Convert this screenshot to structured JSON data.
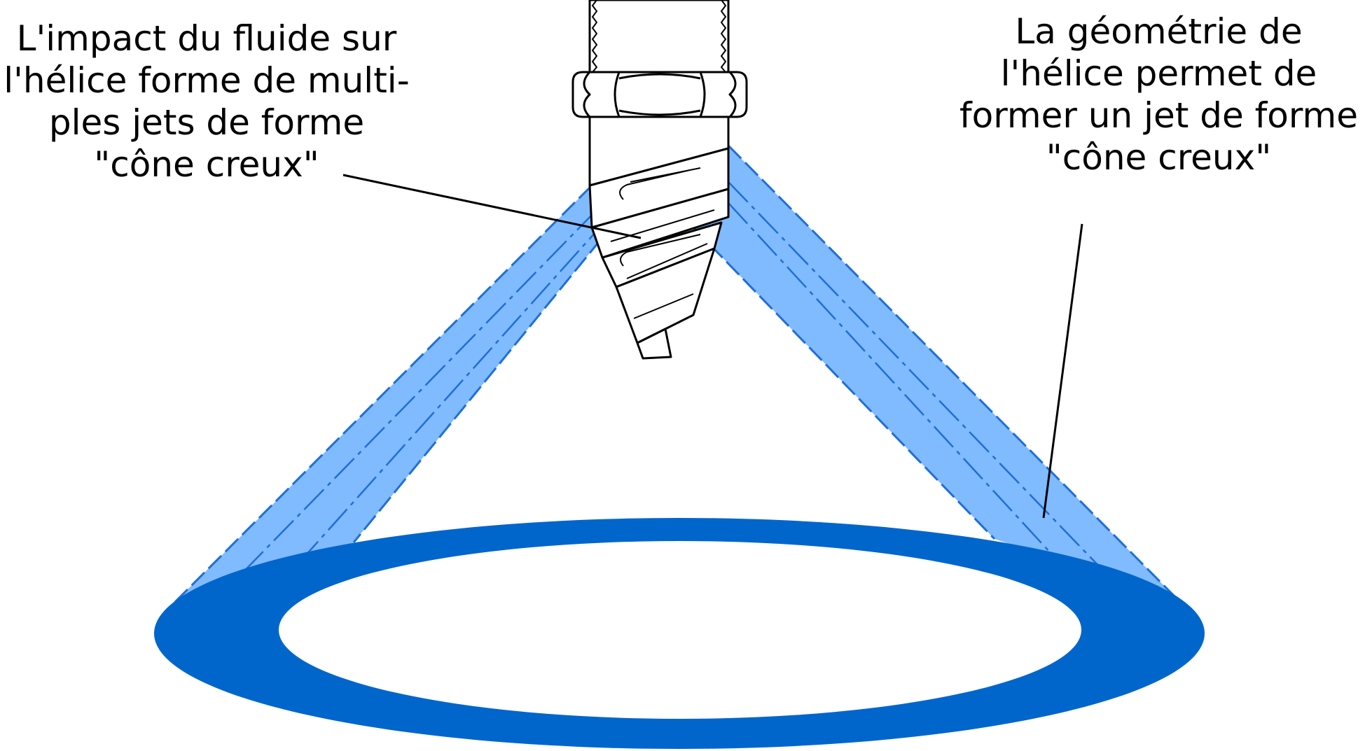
{
  "annotations": {
    "left": {
      "lines": [
        "L'impact du fluide sur",
        "l'hélice forme de multi-",
        "ples jets de forme",
        "\"cône creux\""
      ]
    },
    "right": {
      "lines": [
        "La géométrie de",
        "l'hélice permet de",
        "former un jet de forme",
        "\"cône creux\""
      ]
    }
  },
  "colors": {
    "spray_fill": "#80BAFF",
    "spray_edge": "#1F6FD8",
    "ring": "#0066CC",
    "outline": "#000000",
    "background": "#FFFFFF"
  }
}
